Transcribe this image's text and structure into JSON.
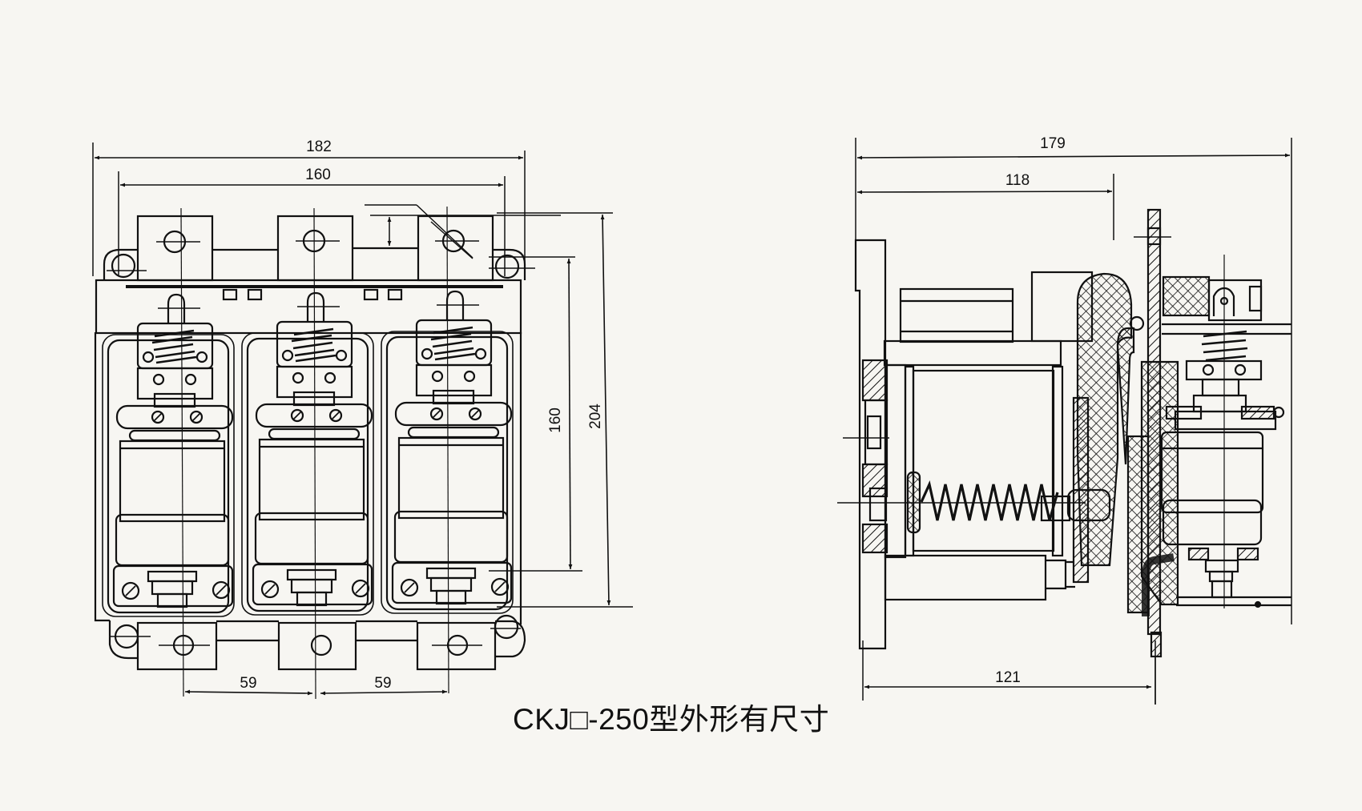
{
  "caption": "CKJ□-250型外形有尺寸",
  "colors": {
    "paper": "#f7f6f2",
    "ink": "#111111"
  },
  "front_view": {
    "dimensions": {
      "overall_width": "182",
      "mounting_width": "160",
      "mounting_height": "160",
      "overall_height": "204",
      "pole_pitch_left": "59",
      "pole_pitch_right": "59"
    },
    "poles": 3
  },
  "side_view": {
    "dimensions": {
      "overall_depth": "179",
      "base_to_plate": "118",
      "base_to_plate_bottom": "121"
    }
  }
}
